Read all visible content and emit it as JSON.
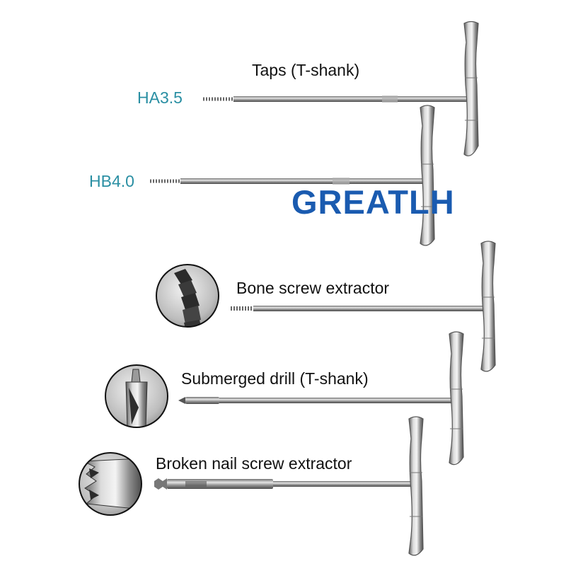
{
  "brand": {
    "text": "GREATLH",
    "color": "#1a5bb0"
  },
  "size_label_color": "#2a8fa3",
  "instruments": [
    {
      "name": "Taps (T-shank)",
      "sizes": [
        "HA3.5",
        "HB4.0"
      ]
    },
    {
      "name": "Bone screw extractor"
    },
    {
      "name": "Submerged drill (T-shank)"
    },
    {
      "name": "Broken nail screw extractor"
    }
  ]
}
